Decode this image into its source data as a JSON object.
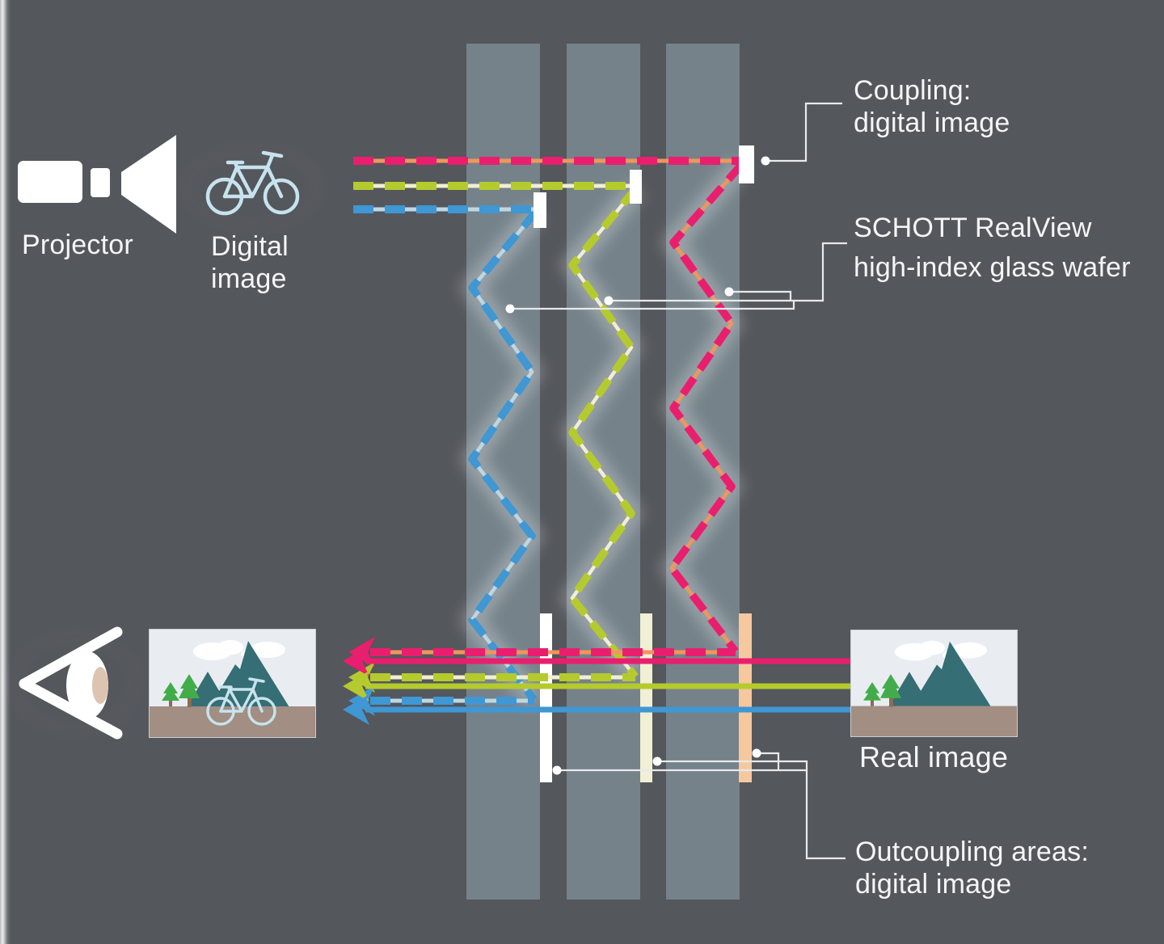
{
  "labels": {
    "projector": "Projector",
    "digital_image": "Digital image",
    "coupling_line1": "Coupling:",
    "coupling_line2": "digital image",
    "schott_line1": "SCHOTT RealView",
    "schott_line2": "high-index glass wafer",
    "real_image": "Real image",
    "outcoupling_line1": "Outcoupling areas:",
    "outcoupling_line2": "digital image"
  },
  "colors": {
    "background": "#54575c",
    "wafer": "#75828a",
    "ray_pink": "#ea1e6e",
    "ray_pink_underlay": "#f2955c",
    "ray_green": "#b5ca2d",
    "ray_green_underlay": "#f1eed3",
    "ray_blue": "#3f97d3",
    "ray_blue_underlay": "#bdd7e4",
    "outcoupling_bar_1": "#ffffff",
    "outcoupling_bar_2": "#f1efd4",
    "outcoupling_bar_3": "#f6c89e",
    "coupling_marker": "#ffffff",
    "leader_line": "#e8e9ea",
    "text": "#f4f5f6",
    "icon_white": "#ffffff",
    "bicycle_blue": "#c6e3ee",
    "scene_sky": "#e9edf2",
    "scene_mountain": "#356e74",
    "scene_ground": "#a28e82",
    "scene_tree": "#43ac4a",
    "scene_trunk": "#8b6b55",
    "scene_cloud": "#ffffff"
  },
  "icons": {
    "projector-icon": "projector-body-with-beam-horn",
    "bicycle-icon": "bicycle-outline-glowing",
    "eye-icon": "eye-side-view",
    "coupling-marker": "small-white-rectangle",
    "outcoupling-bar": "vertical-outcoupling-bar",
    "arrow-head": "double-chevron-left"
  }
}
